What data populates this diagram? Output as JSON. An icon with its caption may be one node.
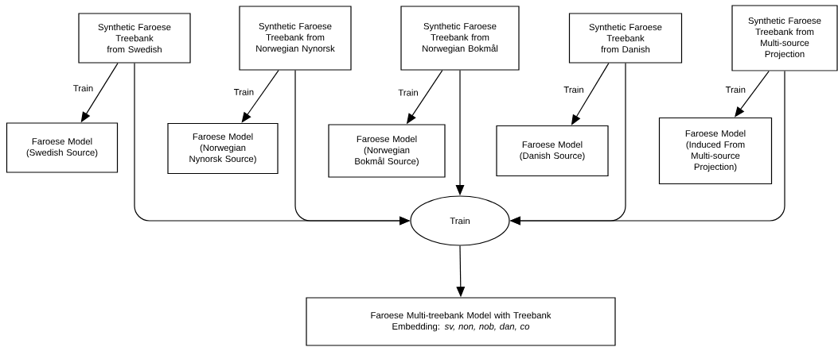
{
  "diagram": {
    "nodes": [
      {
        "text": [
          "Synthetic Faroese Treebank from Swedish"
        ]
      },
      {
        "text": [
          "Synthetic Faroese Treebank from Norwegian Nynorsk"
        ]
      },
      {
        "text": [
          "Synthetic Faroese Treebank from Norwegian Bokmål"
        ]
      },
      {
        "text": [
          "Synthetic Faroese Treebank from Danish"
        ]
      },
      {
        "text": [
          "Synthetic Faroese Treebank from Multi-source Projection"
        ]
      },
      {
        "text": [
          "Faroese Model (Swedish Source)"
        ]
      },
      {
        "text": [
          "Faroese Model (Norwegian Nynorsk Source)"
        ]
      },
      {
        "text": [
          "Faroese Model (Norwegian Bokmål Source)"
        ]
      },
      {
        "text": [
          "Faroese Model (Danish Source)"
        ]
      },
      {
        "text": [
          "Faroese Model (Induced From Multi-source Projection)"
        ]
      },
      {
        "text": [
          "Train"
        ]
      },
      {
        "text": [
          "Faroese Multi-treebank Model with Treebank Embedding: *sv, non, nob, dan, co*"
        ]
      }
    ],
    "edges": [
      {
        "from": 0,
        "to": 5,
        "arrow": "to",
        "label": "Train"
      },
      {
        "from": 1,
        "to": 6,
        "arrow": "to",
        "label": "Train"
      },
      {
        "from": 2,
        "to": 7,
        "arrow": "to",
        "label": "Train"
      },
      {
        "from": 3,
        "to": 8,
        "arrow": "to",
        "label": "Train"
      },
      {
        "from": 4,
        "to": 9,
        "arrow": "to",
        "label": "Train"
      },
      {
        "from": 0,
        "to": 10,
        "arrow": "to"
      },
      {
        "from": 1,
        "to": 10,
        "arrow": "to"
      },
      {
        "from": 2,
        "to": 10,
        "arrow": "to"
      },
      {
        "from": 3,
        "to": 10,
        "arrow": "to"
      },
      {
        "from": 4,
        "to": 10,
        "arrow": "to"
      },
      {
        "from": 10,
        "to": 11,
        "arrow": "to"
      }
    ]
  }
}
